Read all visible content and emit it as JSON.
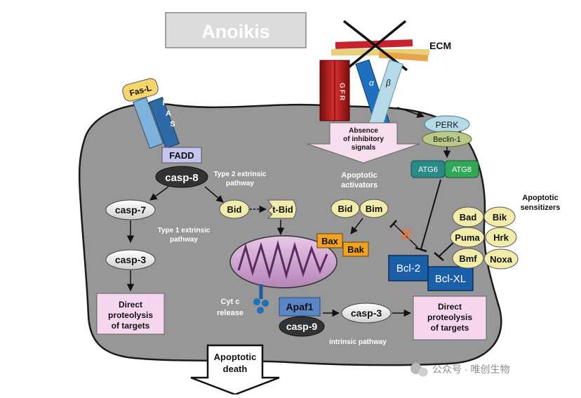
{
  "title": "Anoikis",
  "receptor": {
    "ligand": "Fas-L",
    "receptor": "FAS",
    "adaptor": "FADD"
  },
  "ecm": {
    "label": "ECM",
    "gfr": "GFR",
    "alpha": "α",
    "beta": "β"
  },
  "signals": {
    "absence": "Absence of inhibitory signals"
  },
  "autophagy": {
    "perk": "PERK",
    "beclin": "Beclin-1",
    "atg6": "ATG6",
    "atg8": "ATG8"
  },
  "extrinsic": {
    "casp8": "casp-8",
    "type2": "Type 2 extrinsic pathway",
    "type1": "Type 1 extrinsic pathway",
    "casp7": "casp-7",
    "casp3": "casp-3",
    "bid": "Bid",
    "tbid": "t-Bid"
  },
  "activators": {
    "heading": "Apoptotic activators",
    "bid": "Bid",
    "bim": "Bim"
  },
  "mito": {
    "bax": "Bax",
    "bak": "Bak",
    "cytc": "Cyt c release"
  },
  "sensitizers": {
    "heading": "Apoptotic sensitizers",
    "bad": "Bad",
    "bik": "Bik",
    "puma": "Puma",
    "hrk": "Hrk",
    "bmf": "Bmf",
    "noxa": "Noxa"
  },
  "antiapoptotic": {
    "bcl2": "Bcl-2",
    "bclxl": "Bcl-XL"
  },
  "intrinsic": {
    "apaf1": "Apaf1",
    "casp9": "casp-9",
    "casp3": "casp-3",
    "label": "intrinsic pathway"
  },
  "outcomes": {
    "direct_left": "Direct proteolysis of targets",
    "direct_right": "Direct proteolysis of targets",
    "death": "Apoptotic death"
  },
  "watermark": "公众号 · 唯创生物"
}
